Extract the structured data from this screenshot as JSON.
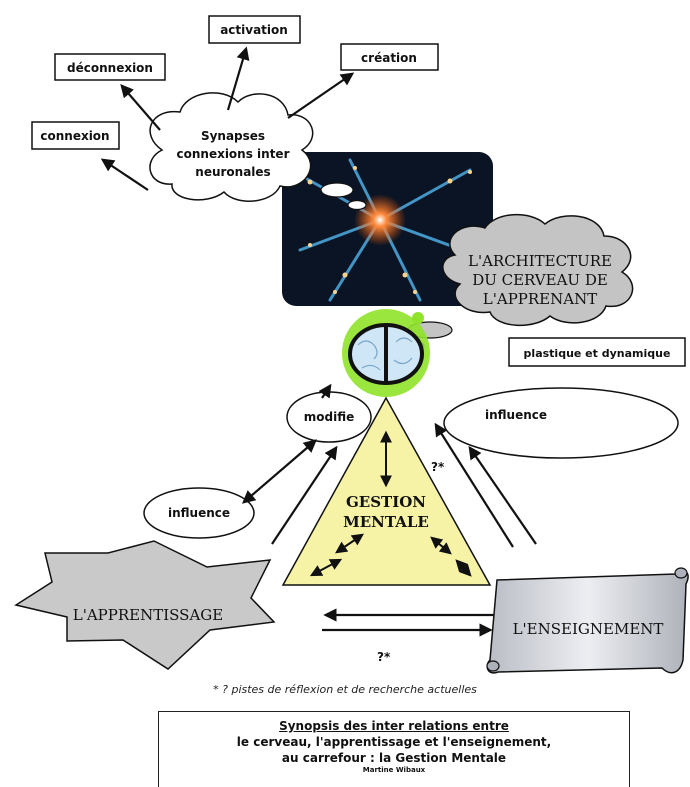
{
  "labels": {
    "activation": "activation",
    "deconnexion": "déconnexion",
    "creation": "création",
    "connexion": "connexion",
    "synapses": [
      "Synapses",
      "connexions inter",
      "neuronales"
    ],
    "architecture": [
      "L'ARCHITECTURE",
      "DU CERVEAU DE",
      "L'APPRENANT"
    ],
    "plastique": "plastique et dynamique",
    "modifie": "modifie",
    "influence_right": "influence",
    "influence_left": "influence",
    "gestion": [
      "GESTION",
      "MENTALE"
    ],
    "apprentissage": "L'APPRENTISSAGE",
    "enseignement": "L'ENSEIGNEMENT",
    "question_right": "?*",
    "question_bottom": "?*"
  },
  "footnote": "* ? pistes de réflexion et de recherche actuelles",
  "synopsis": {
    "title": "Synopsis des inter relations entre",
    "line1": "le cerveau, l'apprentissage et l'enseignement,",
    "line2": "au carrefour : la Gestion Mentale",
    "author": "Martine Wibaux"
  },
  "colors": {
    "triangle": "#f6f3a6",
    "star": "#c9c9c9",
    "cloud_gray": "#c4c4c4",
    "brain_glow": "#8fe32a",
    "neuron_bg": "#0a1424"
  }
}
